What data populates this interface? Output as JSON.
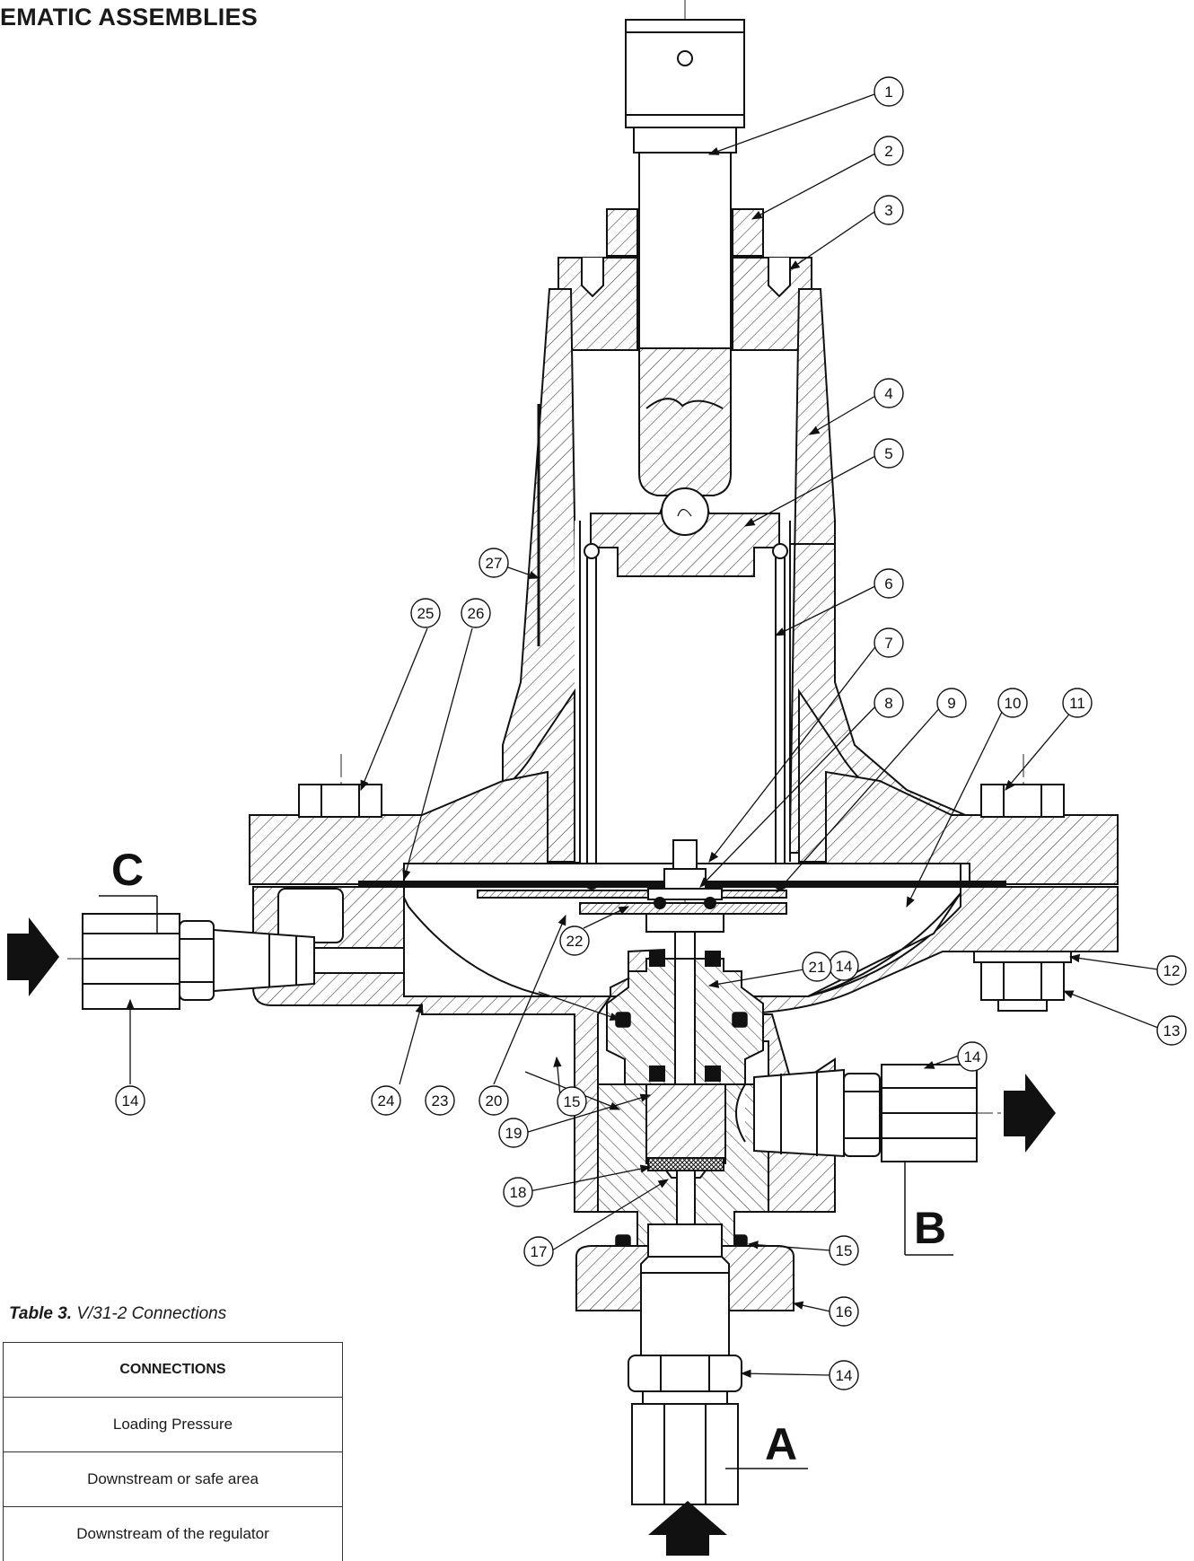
{
  "page": {
    "title": "EMATIC ASSEMBLIES"
  },
  "table": {
    "caption_number": "Table 3.",
    "caption_text": " V/31-2 Connections",
    "header": "CONNECTIONS",
    "rows": [
      "Loading Pressure",
      "Downstream or safe area",
      "Downstream of the regulator"
    ]
  },
  "ports": {
    "a": "A",
    "b": "B",
    "c": "C"
  },
  "callouts": [
    "1",
    "2",
    "3",
    "4",
    "5",
    "6",
    "7",
    "8",
    "9",
    "10",
    "11",
    "12",
    "13",
    "14",
    "14",
    "14",
    "14",
    "15",
    "15",
    "16",
    "17",
    "18",
    "19",
    "20",
    "21",
    "22",
    "23",
    "24",
    "25",
    "26",
    "27"
  ],
  "colors": {
    "line": "#1a1a1a",
    "hatch": "#333333",
    "arrow": "#111111",
    "seal": "#111111"
  }
}
